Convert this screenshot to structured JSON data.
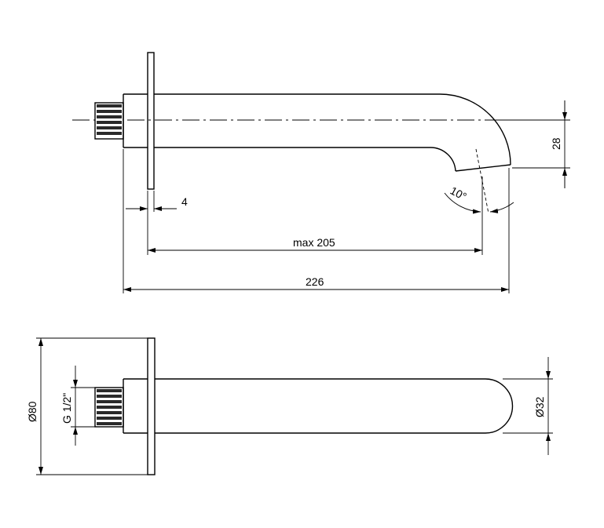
{
  "dimensions": {
    "flange_thickness": "4",
    "max_length": "max 205",
    "total_length": "226",
    "height": "28",
    "angle": "10°",
    "flange_diameter": "Ø80",
    "thread": "G 1/2\"",
    "spout_diameter": "Ø32"
  }
}
